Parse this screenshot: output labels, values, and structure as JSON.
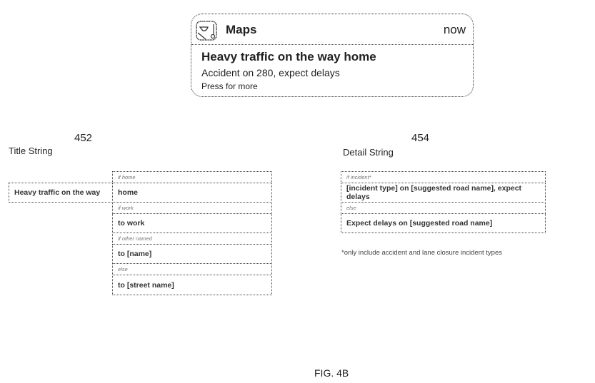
{
  "notification": {
    "app_icon": "maps-icon",
    "app_name": "Maps",
    "time": "now",
    "title": "Heavy traffic on the way home",
    "detail": "Accident on 280, expect delays",
    "action": "Press for more"
  },
  "title_string": {
    "label": "Title String",
    "ref": "452",
    "prefix": "Heavy traffic on the way",
    "rows": [
      {
        "condition": "if home",
        "value": "home"
      },
      {
        "condition": "if work",
        "value": "to work"
      },
      {
        "condition": "if other named",
        "value": "to [name]"
      },
      {
        "condition": "else",
        "value": "to [street name]"
      }
    ]
  },
  "detail_string": {
    "label": "Detail String",
    "ref": "454",
    "rows": [
      {
        "condition": "if incident*",
        "value": "[incident type] on [suggested road name], expect delays"
      },
      {
        "condition": "else",
        "value": "Expect delays on [suggested road name]"
      }
    ],
    "footnote": "*only include accident and lane closure incident types"
  },
  "figure_label": "FIG. 4B"
}
